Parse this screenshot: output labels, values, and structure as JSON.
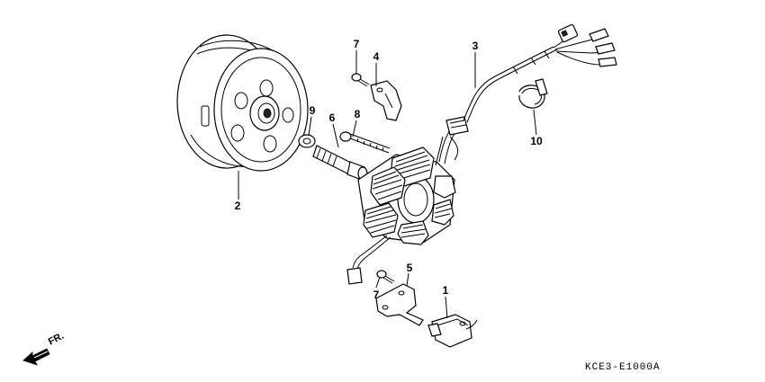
{
  "callouts": {
    "c1": "1",
    "c2": "2",
    "c3": "3",
    "c4": "4",
    "c5": "5",
    "c6": "6",
    "c7a": "7",
    "c7b": "7",
    "c8": "8",
    "c9": "9",
    "c10": "10"
  },
  "direction_label": "FR.",
  "diagram_code": "KCE3-E1000A",
  "colors": {
    "ink": "#000000",
    "background": "#ffffff"
  }
}
